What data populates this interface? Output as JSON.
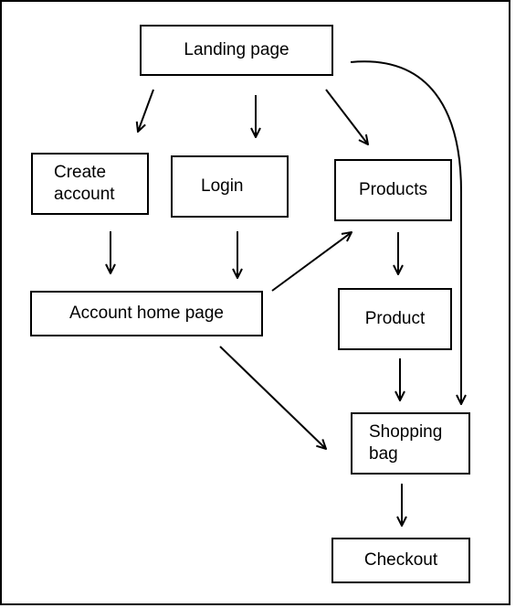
{
  "diagram": {
    "nodes": [
      {
        "id": "landing",
        "label": "Landing page"
      },
      {
        "id": "create",
        "label": "Create\naccount"
      },
      {
        "id": "login",
        "label": "Login"
      },
      {
        "id": "products",
        "label": "Products"
      },
      {
        "id": "account_home",
        "label": "Account home page"
      },
      {
        "id": "product",
        "label": "Product"
      },
      {
        "id": "shopping_bag",
        "label": "Shopping\nbag"
      },
      {
        "id": "checkout",
        "label": "Checkout"
      }
    ],
    "edges": [
      {
        "from": "landing",
        "to": "create"
      },
      {
        "from": "landing",
        "to": "login"
      },
      {
        "from": "landing",
        "to": "products"
      },
      {
        "from": "landing",
        "to": "shopping_bag"
      },
      {
        "from": "create",
        "to": "account_home"
      },
      {
        "from": "login",
        "to": "account_home"
      },
      {
        "from": "account_home",
        "to": "products"
      },
      {
        "from": "account_home",
        "to": "shopping_bag"
      },
      {
        "from": "products",
        "to": "product"
      },
      {
        "from": "product",
        "to": "shopping_bag"
      },
      {
        "from": "shopping_bag",
        "to": "checkout"
      }
    ]
  }
}
